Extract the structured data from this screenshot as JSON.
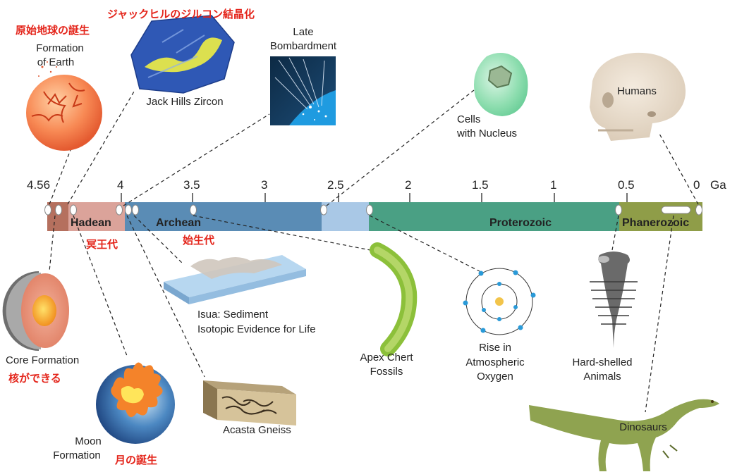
{
  "ticks": [
    "4.56",
    "4",
    "3.5",
    "3",
    "2.5",
    "2",
    "1.5",
    "1",
    "0.5",
    "0"
  ],
  "unit": "Ga",
  "eons": {
    "hadean": "Hadean",
    "archean": "Archean",
    "proterozoic": "Proterozoic",
    "phanerozoic": "Phanerozoic"
  },
  "eons_jp": {
    "hadean": "冥王代",
    "archean": "始生代"
  },
  "events": {
    "formation_of_earth": {
      "line1": "Formation",
      "line2": "of Earth",
      "jp": "原始地球の誕生"
    },
    "jack_hills_zircon": {
      "label": "Jack Hills Zircon",
      "jp": "ジャックヒルのジルコン結晶化"
    },
    "late_bombardment": {
      "line1": "Late",
      "line2": "Bombardment"
    },
    "cells_with_nucleus": {
      "line1": "Cells",
      "line2": "with Nucleus"
    },
    "humans": {
      "label": "Humans"
    },
    "core_formation": {
      "label": "Core Formation",
      "jp": "核ができる"
    },
    "moon_formation": {
      "line1": "Moon",
      "line2": "Formation",
      "jp": "月の誕生"
    },
    "isua": {
      "line1": "Isua: Sediment",
      "line2": "Isotopic Evidence for Life"
    },
    "acasta_gneiss": {
      "label": "Acasta Gneiss"
    },
    "apex_chert": {
      "line1": "Apex Chert",
      "line2": "Fossils"
    },
    "atmospheric_oxygen": {
      "line1": "Rise in",
      "line2": "Atmospheric",
      "line3": "Oxygen"
    },
    "hard_shelled": {
      "line1": "Hard-shelled",
      "line2": "Animals"
    },
    "dinosaurs": {
      "label": "Dinosaurs"
    }
  },
  "colors": {
    "hadean": "#b5705e",
    "hadean_light": "#dba39a",
    "archean": "#5a8cb5",
    "archean_light": "#a9c8e6",
    "proterozoic": "#4aa084",
    "phanerozoic": "#8f9d48",
    "japanese_label": "#e4251b"
  }
}
